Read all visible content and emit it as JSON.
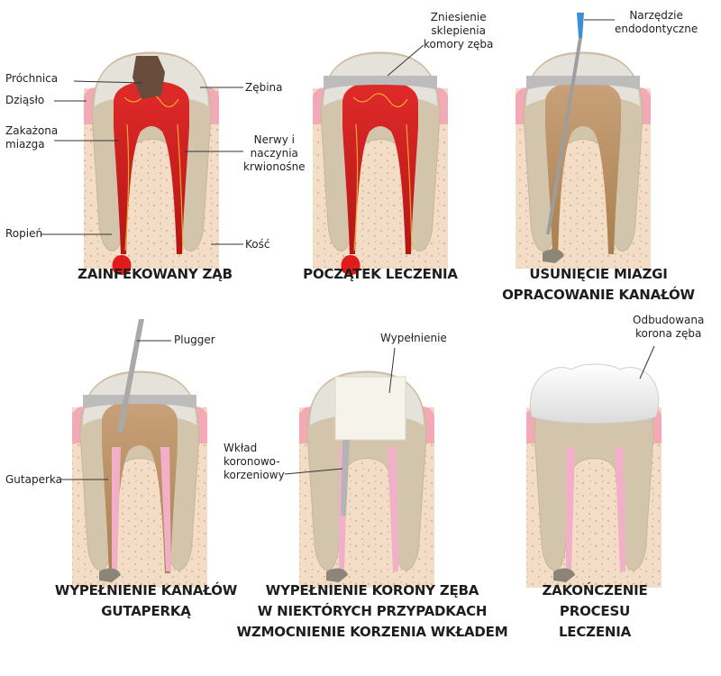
{
  "colors": {
    "background": "#ffffff",
    "gum": "#f4a9b6",
    "bone": "#f4ddc6",
    "bone_dots": "#d9b89b",
    "enamel": "#e5e2dc",
    "dentin": "#d2c5ac",
    "pulp_infected": "#d01e1e",
    "pulp_cleaned": "#b78d63",
    "gutta_percha": "#f2b0c8",
    "filling": "#f6f3ea",
    "crown": "#f2f2f2",
    "caries": "#6a4c3c",
    "tool_blue": "#3b8fd6",
    "metal": "#b4b4b4",
    "line": "#333333"
  },
  "icons": [
    "endodontic-file-icon",
    "plugger-icon"
  ],
  "panels": [
    {
      "title_lines": [
        "ZAINFEKOWANY ZĄB"
      ],
      "labels": [
        {
          "lines": [
            "Próchnica"
          ]
        },
        {
          "lines": [
            "Dziąsło"
          ]
        },
        {
          "lines": [
            "Zakażona",
            "miazga"
          ]
        },
        {
          "lines": [
            "Ropień"
          ]
        },
        {
          "lines": [
            "Zębina"
          ]
        },
        {
          "lines": [
            "Nerwy i",
            "naczynia",
            "krwionośne"
          ]
        },
        {
          "lines": [
            "Kość"
          ]
        }
      ]
    },
    {
      "title_lines": [
        "POCZĄTEK LECZENIA"
      ],
      "labels": [
        {
          "lines": [
            "Zniesienie",
            "sklepienia",
            "komory zęba"
          ]
        }
      ]
    },
    {
      "title_lines": [
        "USUNIĘCIE MIAZGI",
        "OPRACOWANIE KANAŁÓW"
      ],
      "labels": [
        {
          "lines": [
            "Narzędzie",
            "endodontyczne"
          ]
        }
      ]
    },
    {
      "title_lines": [
        "WYPEŁNIENIE KANAŁÓW",
        "GUTAPERKĄ"
      ],
      "labels": [
        {
          "lines": [
            "Plugger"
          ]
        },
        {
          "lines": [
            "Gutaperka"
          ]
        }
      ]
    },
    {
      "title_lines": [
        "WYPEŁNIENIE KORONY ZĘBA",
        "W NIEKTÓRYCH PRZYPADKACH",
        "WZMOCNIENIE KORZENIA WKŁADEM"
      ],
      "labels": [
        {
          "lines": [
            "Wypełnienie"
          ]
        },
        {
          "lines": [
            "Wkład",
            "koronowo-",
            "korzeniowy"
          ]
        }
      ]
    },
    {
      "title_lines": [
        "ZAKOŃCZENIE",
        "PROCESU",
        "LECZENIA"
      ],
      "labels": [
        {
          "lines": [
            "Odbudowana",
            "korona zęba"
          ]
        }
      ]
    }
  ]
}
